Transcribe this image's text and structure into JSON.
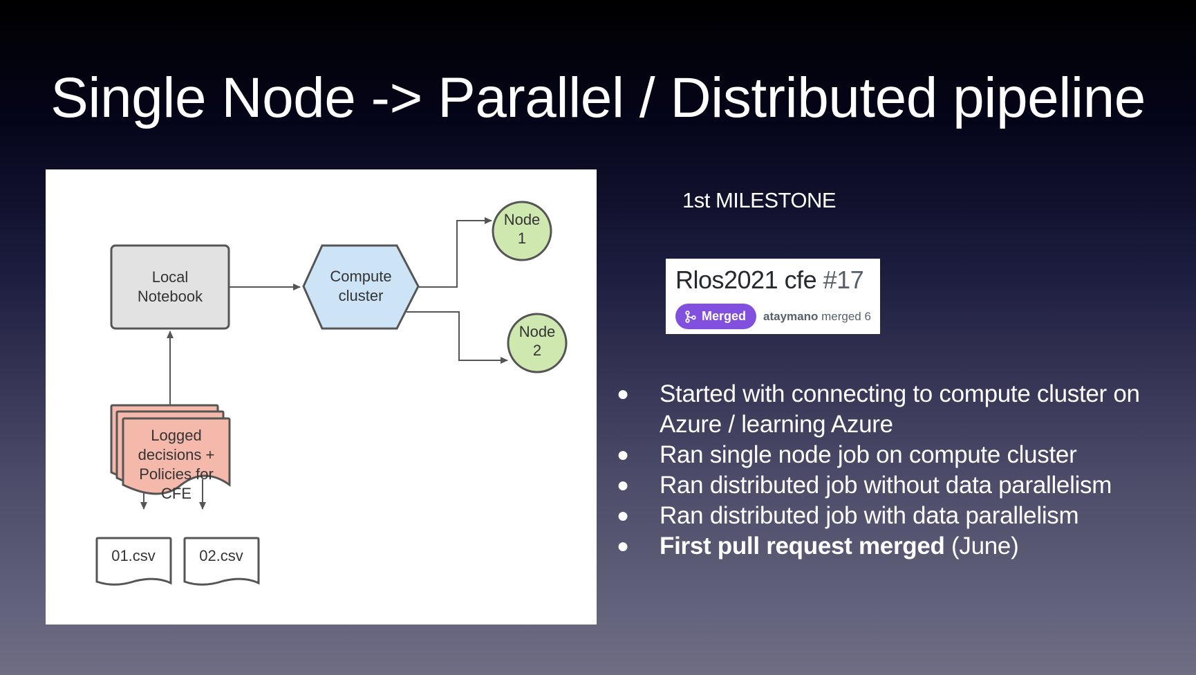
{
  "title": "Single Node -> Parallel / Distributed pipeline",
  "diagram": {
    "local_notebook": [
      "Local",
      "Notebook"
    ],
    "compute_cluster": [
      "Compute",
      "cluster"
    ],
    "node1": [
      "Node",
      "1"
    ],
    "node2": [
      "Node",
      "2"
    ],
    "logged": [
      "Logged",
      "decisions +",
      "Policies for",
      "CFE"
    ],
    "csv1": "01.csv",
    "csv2": "02.csv"
  },
  "milestone": "1st MILESTONE",
  "pr_card": {
    "title": "Rlos2021 cfe",
    "number": "#17",
    "badge": "Merged",
    "user": "ataymano",
    "meta": "merged 6"
  },
  "bullets": [
    {
      "bold": "",
      "text": "Started with connecting to compute cluster on Azure / learning Azure"
    },
    {
      "bold": "",
      "text": "Ran single node job on compute cluster"
    },
    {
      "bold": "",
      "text": "Ran distributed job without data parallelism"
    },
    {
      "bold": "",
      "text": "Ran distributed job with data parallelism"
    },
    {
      "bold": "First pull request merged",
      "text": " (June)"
    }
  ],
  "colors": {
    "notebook": "#e2e2e2",
    "cluster": "#cde4f7",
    "node": "#cfe8b0",
    "logged": "#f4b9ab",
    "badge": "#8250df"
  }
}
